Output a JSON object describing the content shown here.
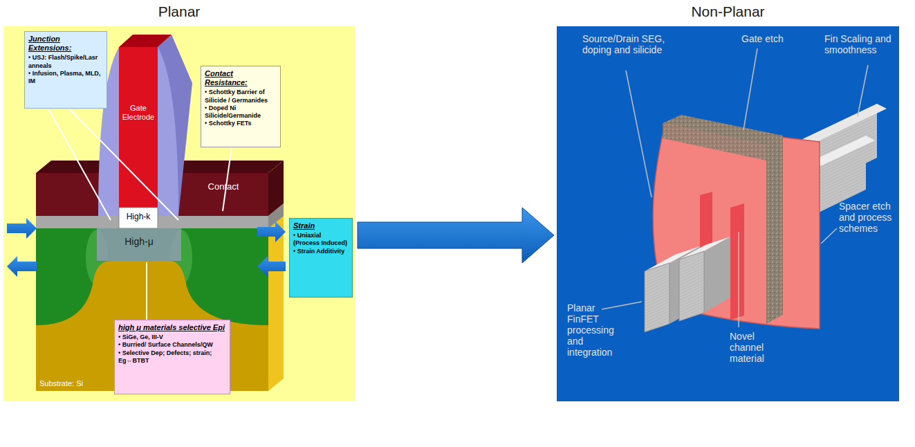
{
  "diagram": {
    "nodes": [
      {
        "text": [
          "Planar"
        ]
      },
      {
        "text": [
          "Junction Extensions:",
          "• USJ: Flash/Spike/Lasr anneals",
          "• Infusion, Plasma, MLD, IM"
        ],
        "in": 0
      },
      {
        "text": [
          "Contact Resistance:",
          "• Schottky Barrier of Silicide / Germanides",
          "• Doped Ni Silicide/Germanide",
          "• Schottky FETs"
        ],
        "in": 0
      },
      {
        "text": [
          "Strain",
          "• Uniaxial (Process Induced)",
          "• Strain Additivity"
        ],
        "in": 0
      },
      {
        "text": [
          "high μ materials selective Epi",
          "• SiGe, Ge, III-V",
          "• Burried/ Surface Channels/QW",
          "• Selective Dep; Defects; strain; Eg⇔BTBT"
        ],
        "in": 0
      },
      {
        "text": [
          "Non-Planar"
        ]
      }
    ],
    "edges": [
      {
        "from": 0,
        "to": 5,
        "arrow": "to"
      }
    ],
    "labels": [
      "Gate Electrode",
      "High-k",
      "High-μ",
      "Contact",
      "Substrate: Si",
      "Source/Drain SEG, doping and silicide",
      "Gate etch",
      "Fin Scaling and smoothness",
      "Spacer etch and process schemes",
      "Planar FinFET processing and integration",
      "Novel channel material"
    ]
  }
}
